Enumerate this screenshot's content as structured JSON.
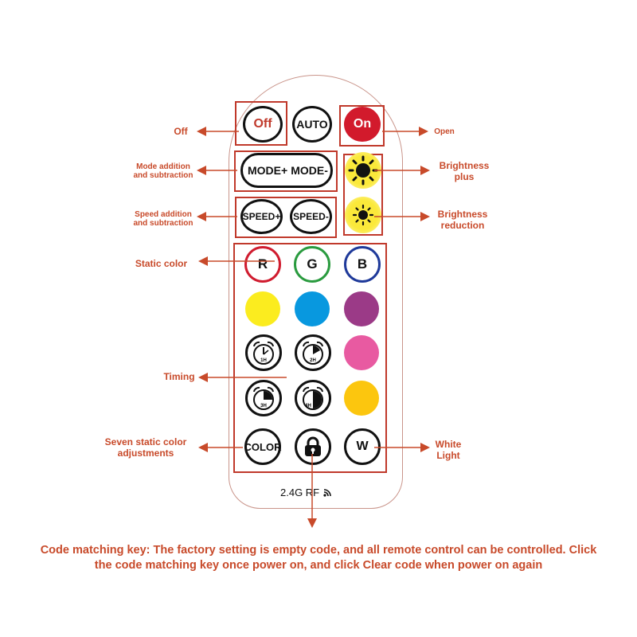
{
  "remote": {
    "buttons": {
      "off": "Off",
      "auto": "AUTO",
      "on": "On",
      "mode_plus": "MODE+",
      "mode_minus": "MODE-",
      "speed_plus": "SPEED+",
      "speed_minus": "SPEED-",
      "r": "R",
      "g": "G",
      "b": "B",
      "timer_1h": "1H",
      "timer_2h": "2H",
      "timer_3h": "3H",
      "timer_4h": "4H",
      "color": "COLOR",
      "w": "W"
    },
    "footer_label": "2.4G RF",
    "colors": {
      "red": "#d01c2f",
      "green": "#2a9b3f",
      "blue": "#1f3a9a",
      "yellow": "#fbec1f",
      "sky_blue": "#0898df",
      "purple": "#9b3a87",
      "pink": "#e85aa1",
      "amber": "#fcc60e",
      "brightness_glow": "#f9eb3a",
      "annotation": "#c84a2a"
    }
  },
  "annotations": {
    "off": "Off",
    "open": "Open",
    "mode": [
      "Mode addition",
      "and subtraction"
    ],
    "brightness_plus": [
      "Brightness",
      "plus"
    ],
    "speed": [
      "Speed addition",
      "and subtraction"
    ],
    "brightness_reduction": [
      "Brightness",
      "reduction"
    ],
    "static_color": "Static color",
    "timing": "Timing",
    "seven_static": [
      "Seven static color",
      "adjustments"
    ],
    "white_light": [
      "White",
      "Light"
    ]
  },
  "note": {
    "line1": "Code matching key: The factory setting is empty code, and all remote control can be controlled. Click",
    "line2": "the code matching key once power on, and click Clear code when power on again"
  }
}
